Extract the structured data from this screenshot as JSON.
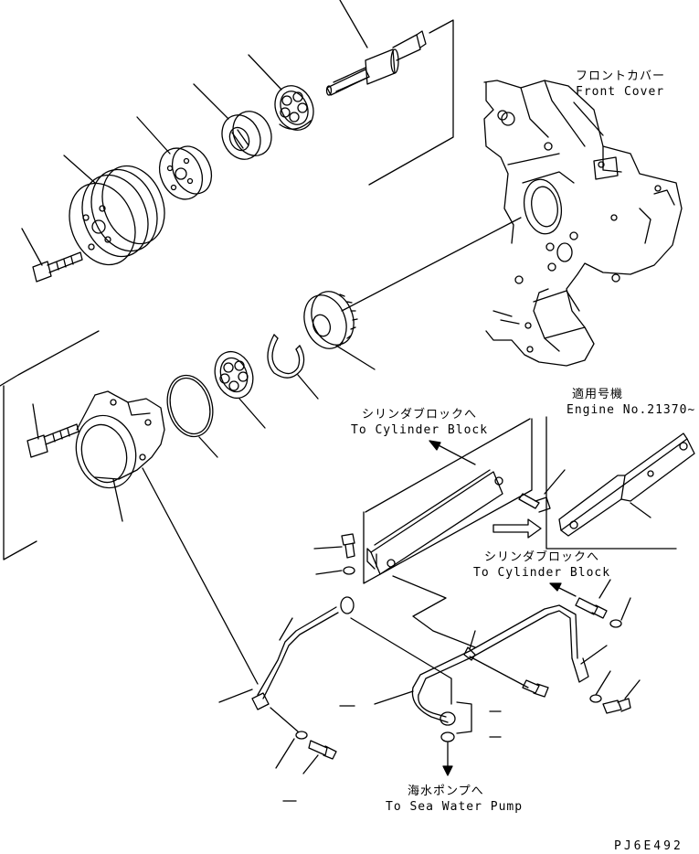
{
  "labels": {
    "front_cover_jp": "フロントカバー",
    "front_cover_en": "Front Cover",
    "applicable_jp": "適用号機",
    "engine_no": "Engine No.21370~",
    "cyl_block_jp_1": "シリンダブロックへ",
    "cyl_block_en_1": "To Cylinder Block",
    "cyl_block_jp_2": "シリンダブロックへ",
    "cyl_block_en_2": "To Cylinder Block",
    "sea_pump_jp": "海水ポンプへ",
    "sea_pump_en": "To Sea Water Pump",
    "drawing_code": "PJ6E492"
  },
  "colors": {
    "line": "#000000",
    "background": "#ffffff"
  }
}
